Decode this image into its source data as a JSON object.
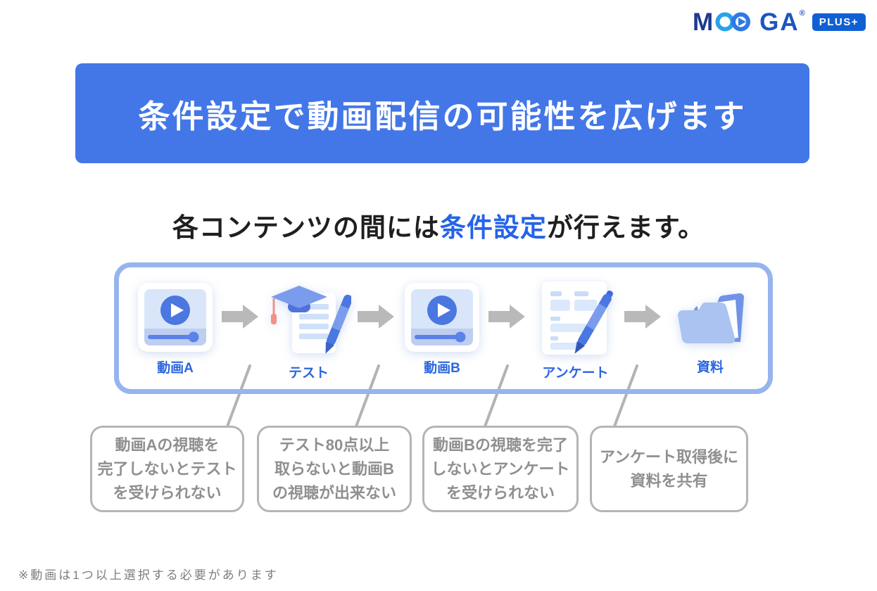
{
  "logo": {
    "letter_m": "M",
    "letters_ga": "GA",
    "registered_mark": "®",
    "badge_label": "PLUS+",
    "infinity_icon": "infinity-play-icon",
    "colors": {
      "navy": "#1b3a8e",
      "light_blue": "#29a3e6",
      "blue": "#2e79e4",
      "badge_bg": "#1060d4"
    }
  },
  "banner": {
    "title": "条件設定で動画配信の可能性を広げます",
    "bg_color": "#4377e8",
    "text_color": "#ffffff"
  },
  "subtitle": {
    "pre": "各コンテンツの間には",
    "highlight": "条件設定",
    "post": "が行えます。",
    "highlight_color": "#2563e8",
    "text_color": "#1f1f1f"
  },
  "flow": {
    "border_color": "#96b4ee",
    "label_color": "#2b66e0",
    "arrow_icon": "right-arrow-icon",
    "arrow_color": "#b9b9b9",
    "items": [
      {
        "label": "動画A",
        "icon": "video-player-icon"
      },
      {
        "label": "テスト",
        "icon": "test-paper-icon"
      },
      {
        "label": "動画B",
        "icon": "video-player-icon"
      },
      {
        "label": "アンケート",
        "icon": "survey-form-icon"
      },
      {
        "label": "資料",
        "icon": "folder-icon"
      }
    ]
  },
  "callouts": [
    {
      "lines": [
        "動画Aの視聴を",
        "完了しないとテスト",
        "を受けられない"
      ]
    },
    {
      "lines": [
        "テスト80点以上",
        "取らないと動画B",
        "の視聴が出来ない"
      ]
    },
    {
      "lines": [
        "動画Bの視聴を完了",
        "しないとアンケート",
        "を受けられない"
      ]
    },
    {
      "lines": [
        "アンケート取得後に",
        "資料を共有"
      ]
    }
  ],
  "footnote": "※動画は1つ以上選択する必要があります",
  "callout_style": {
    "border_color": "#b5b5b5",
    "text_color": "#8f8f8f"
  }
}
